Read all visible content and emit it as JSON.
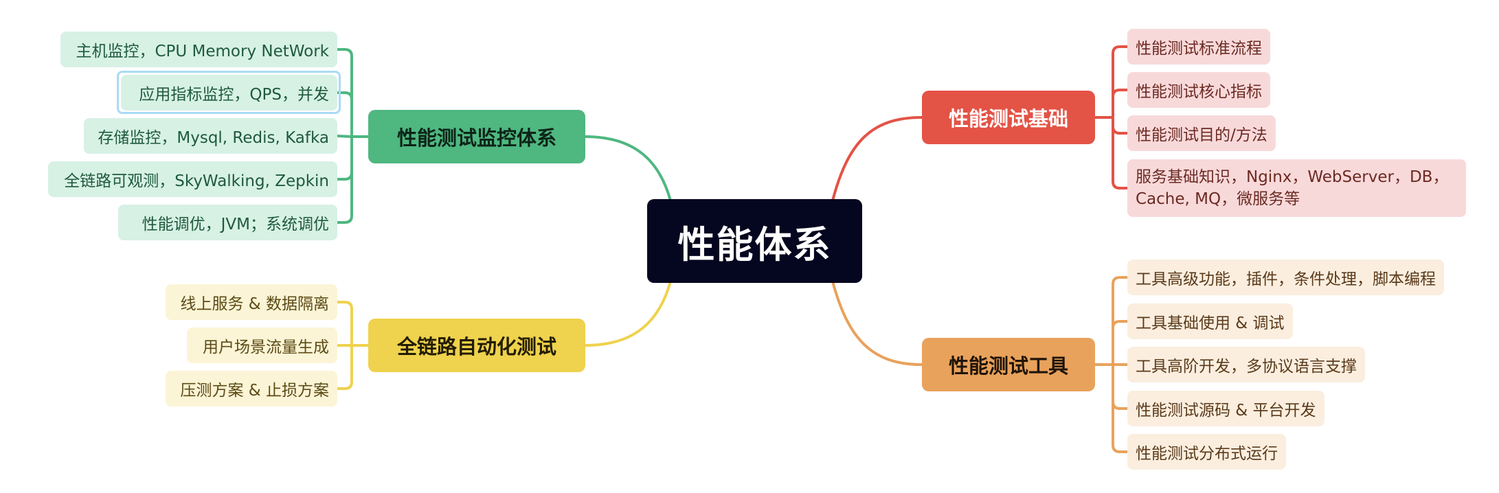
{
  "colors": {
    "root_bg": "#05061f",
    "red": "#e35346",
    "red_leaf": "#f8d9da",
    "orange": "#e8a25c",
    "orange_leaf": "#fbeedf",
    "green": "#4fb780",
    "green_leaf": "#d7f1e5",
    "yellow": "#efd24d",
    "yellow_leaf": "#fbf4d6",
    "selection_ring": "#a9dbf7"
  },
  "root": {
    "label": "性能体系"
  },
  "branches": {
    "basics": {
      "label": "性能测试基础",
      "items": [
        "性能测试标准流程",
        "性能测试核心指标",
        "性能测试目的/方法",
        "服务基础知识，Nginx，WebServer，DB，Cache, MQ，微服务等"
      ]
    },
    "tools": {
      "label": "性能测试工具",
      "items": [
        "工具高级功能，插件，条件处理，脚本编程",
        "工具基础使用 & 调试",
        "工具高阶开发，多协议语言支撑",
        "性能测试源码 & 平台开发",
        "性能测试分布式运行"
      ]
    },
    "monitoring": {
      "label": "性能测试监控体系",
      "items": [
        "主机监控，CPU Memory NetWork",
        "应用指标监控，QPS，并发",
        "存储监控，Mysql, Redis, Kafka",
        "全链路可观测，SkyWalking, Zepkin",
        "性能调优，JVM；系统调优"
      ]
    },
    "fulllink": {
      "label": "全链路自动化测试",
      "items": [
        "线上服务 & 数据隔离",
        "用户场景流量生成",
        "压测方案 & 止损方案"
      ]
    }
  }
}
